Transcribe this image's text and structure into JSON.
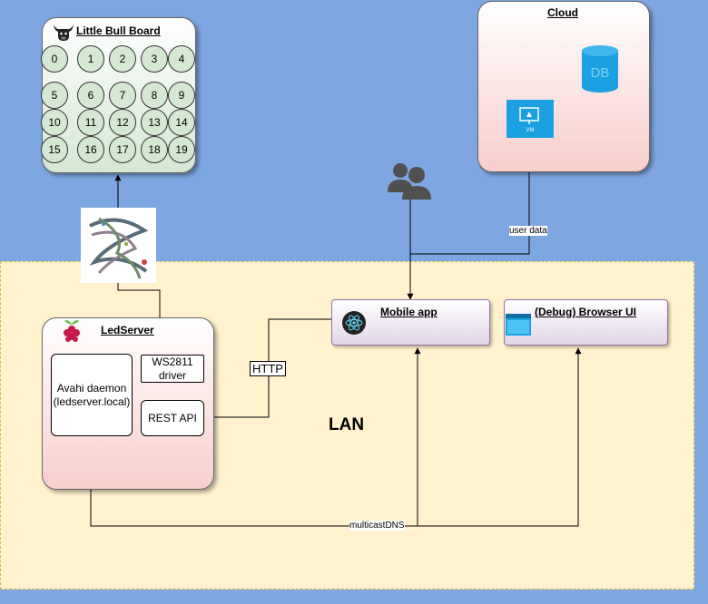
{
  "board": {
    "title": "Little Bull Board",
    "buttons": [
      "0",
      "1",
      "2",
      "3",
      "4",
      "5",
      "6",
      "7",
      "8",
      "9",
      "10",
      "11",
      "12",
      "13",
      "14",
      "15",
      "16",
      "17",
      "18",
      "19"
    ]
  },
  "cloud": {
    "title": "Cloud",
    "db_label": "DB",
    "vm_label": "VM"
  },
  "lan": {
    "label": "LAN"
  },
  "ledserver": {
    "title": "LedServer",
    "avahi": "Avahi daemon (ledserver.local)",
    "driver": "WS2811 driver",
    "rest": "REST API"
  },
  "mobile_app": {
    "title": "Mobile app"
  },
  "browser_ui": {
    "title": "(Debug) Browser UI"
  },
  "edges": {
    "http": "HTTP",
    "user_data": "user data",
    "mdns": "multicastDNS"
  },
  "colors": {
    "background": "#7ea6e0",
    "lan": "#fff2cc",
    "board": "#d5e8d4",
    "cloud": "#f8cecc",
    "app": "#e1d5e7",
    "azure": "#1ba1e2"
  }
}
